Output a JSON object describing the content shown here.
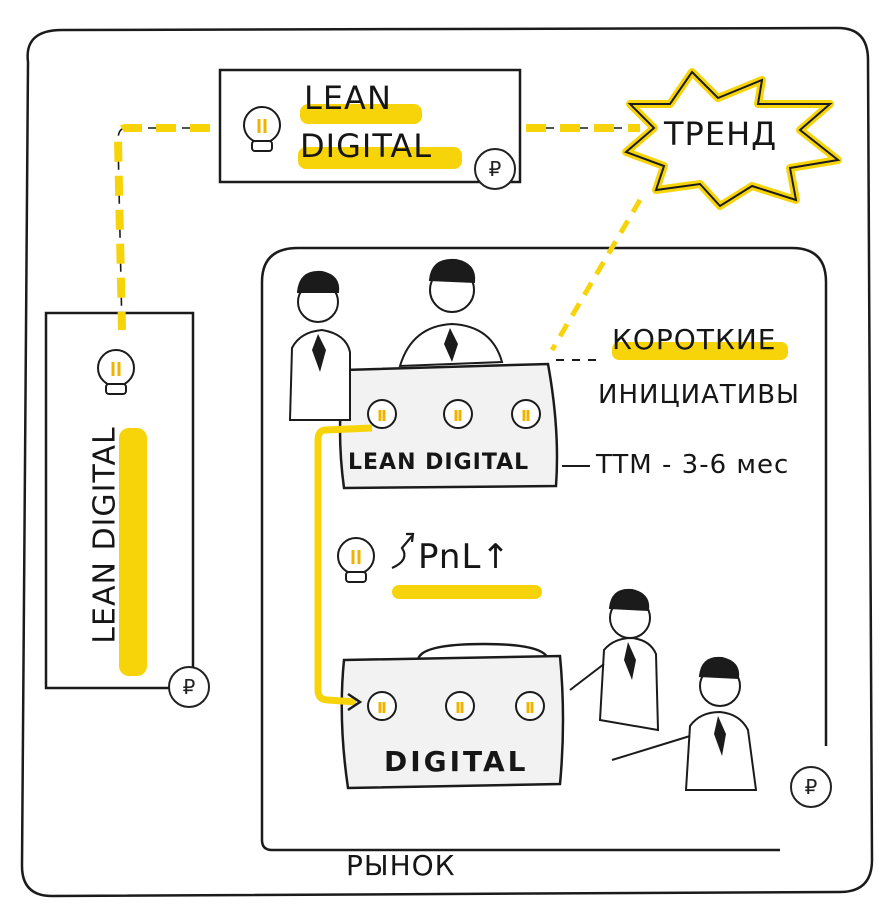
{
  "frame": {
    "market_label": "РЫНОК"
  },
  "top_card": {
    "line1": "LEAN",
    "line2": "DIGITAL",
    "currency": "₽"
  },
  "side_card": {
    "label": "LEAN DIGITAL",
    "currency": "₽"
  },
  "trend": {
    "label": "ТРЕНД"
  },
  "inner": {
    "currency": "₽",
    "lean_bag_label": "LEAN DIGITAL",
    "digital_bag_label": "DIGITAL",
    "short_line1": "КОРОТКИЕ",
    "short_line2": "ИНИЦИАТИВЫ",
    "ttm": "TTM - 3-6 мес",
    "pnl": "PnL↑"
  },
  "colors": {
    "accent": "#f7d40a",
    "ink": "#161616"
  }
}
